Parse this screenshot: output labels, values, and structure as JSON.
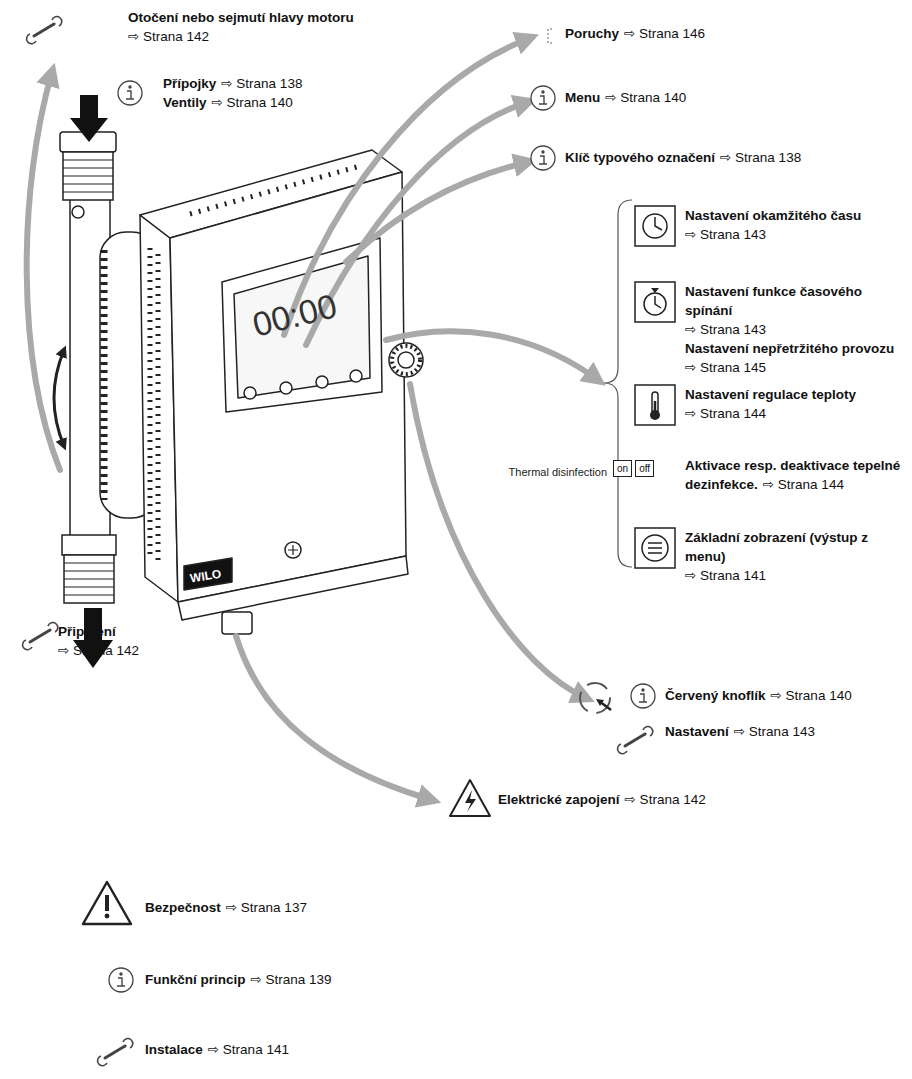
{
  "diagram": {
    "nodes": [
      {
        "text": [
          "on"
        ]
      },
      {
        "text": [
          "off"
        ]
      }
    ],
    "labels": [
      "Otočení nebo sejmutí hlavy motoru",
      "⇨ Strana 142",
      "Přípojky",
      "⇨ Strana 138",
      "Ventily",
      "⇨ Strana 140",
      "Poruchy",
      "⇨ Strana 146",
      "Menu",
      "⇨ Strana 140",
      "Klíč typového označení",
      "⇨ Strana 138",
      "Nastavení okamžitého času",
      "⇨ Strana 143",
      "Nastavení funkce časového spínání",
      "⇨ Strana 143",
      "Nastavení nepřetržitého provozu",
      "⇨ Strana 145",
      "Nastavení regulace teploty",
      "⇨ Strana 144",
      "Thermal disinfection",
      "Aktivace resp. deaktivace tepelné dezinfekce.",
      "⇨ Strana 144",
      "Základní zobrazení (výstup z menu)",
      "⇨ Strana 141",
      "00:00",
      "WILO",
      "Připojení",
      "⇨ Strana 142",
      "Červený knoflík",
      "⇨ Strana 140",
      "Nastavení",
      "⇨ Strana 143",
      "Elektrické zapojení",
      "⇨ Strana 142",
      "Bezpečnost",
      "⇨ Strana 137",
      "Funkční princip",
      "⇨ Strana 139",
      "Instalace",
      "⇨ Strana 141"
    ]
  }
}
